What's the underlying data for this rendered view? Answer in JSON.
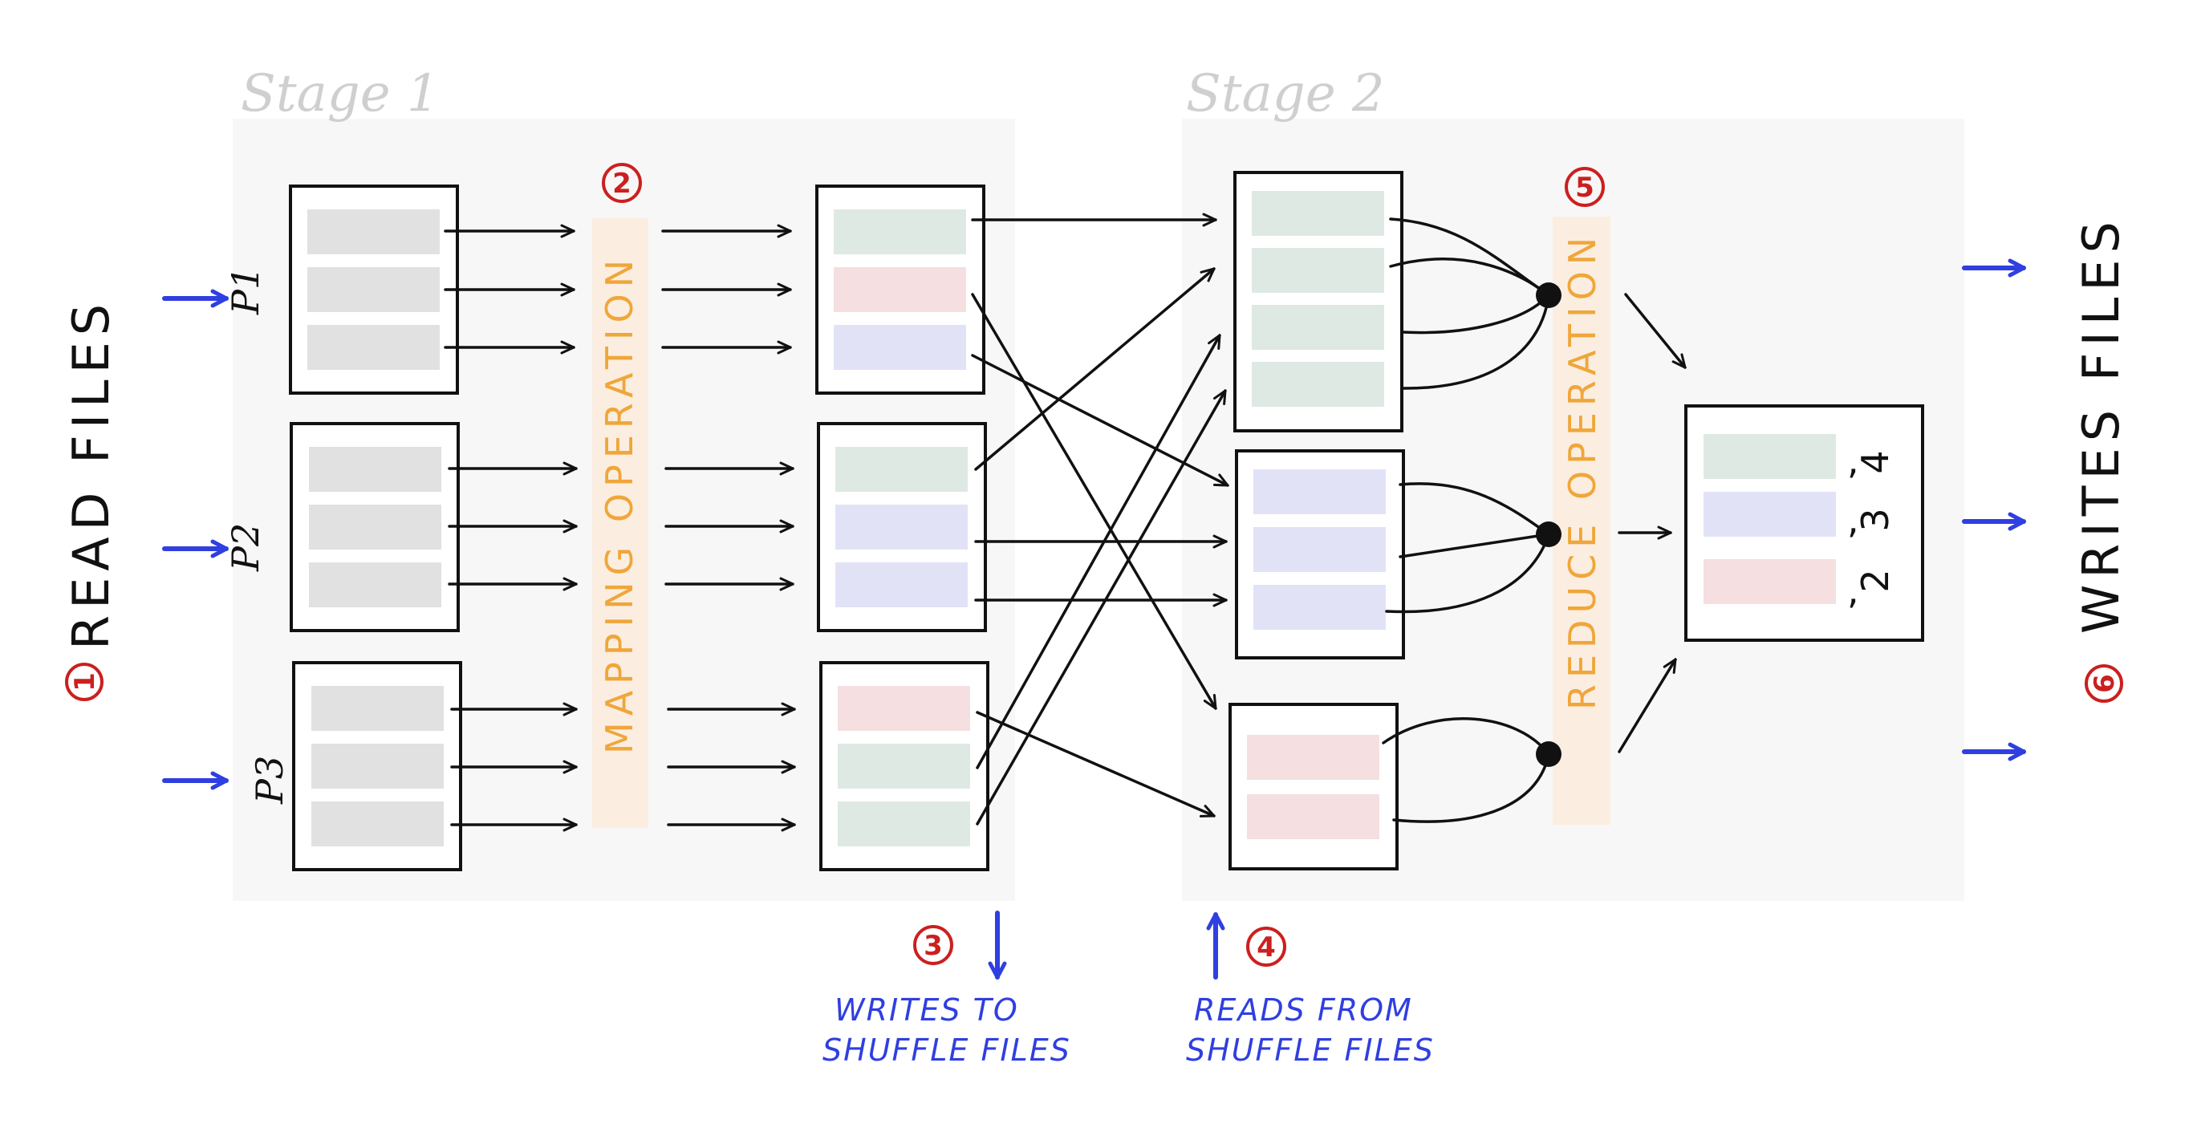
{
  "stages": [
    {
      "label": "Stage 1"
    },
    {
      "label": "Stage 2"
    }
  ],
  "steps": {
    "read_files": {
      "number": "1",
      "label": "READ FILES"
    },
    "mapping": {
      "number": "2",
      "label": "MAPPING OPERATION"
    },
    "writes_shuffle": {
      "number": "3",
      "line1": "WRITES TO",
      "line2": "SHUFFLE FILES"
    },
    "reads_shuffle": {
      "number": "4",
      "line1": "READS FROM",
      "line2": "SHUFFLE FILES"
    },
    "reduce": {
      "number": "5",
      "label": "REDUCE OPERATION"
    },
    "writes_files": {
      "number": "6",
      "label": "WRITES FILES"
    }
  },
  "partitions": [
    {
      "label": "P1"
    },
    {
      "label": "P2"
    },
    {
      "label": "P3"
    }
  ],
  "result_counts": [
    "4",
    "3",
    "2"
  ],
  "colors": {
    "gray_block": "#e1e1e1",
    "green_block": "#dfe9e4",
    "red_block": "#f5dfe0",
    "blue_block": "#e2e2f7",
    "stage_bg": "#f7f7f7",
    "operation_band": "#fbeee0",
    "operation_text": "#f0a63a",
    "blue_arrow": "#2f3fe0",
    "red_number": "#cc1f1f"
  }
}
